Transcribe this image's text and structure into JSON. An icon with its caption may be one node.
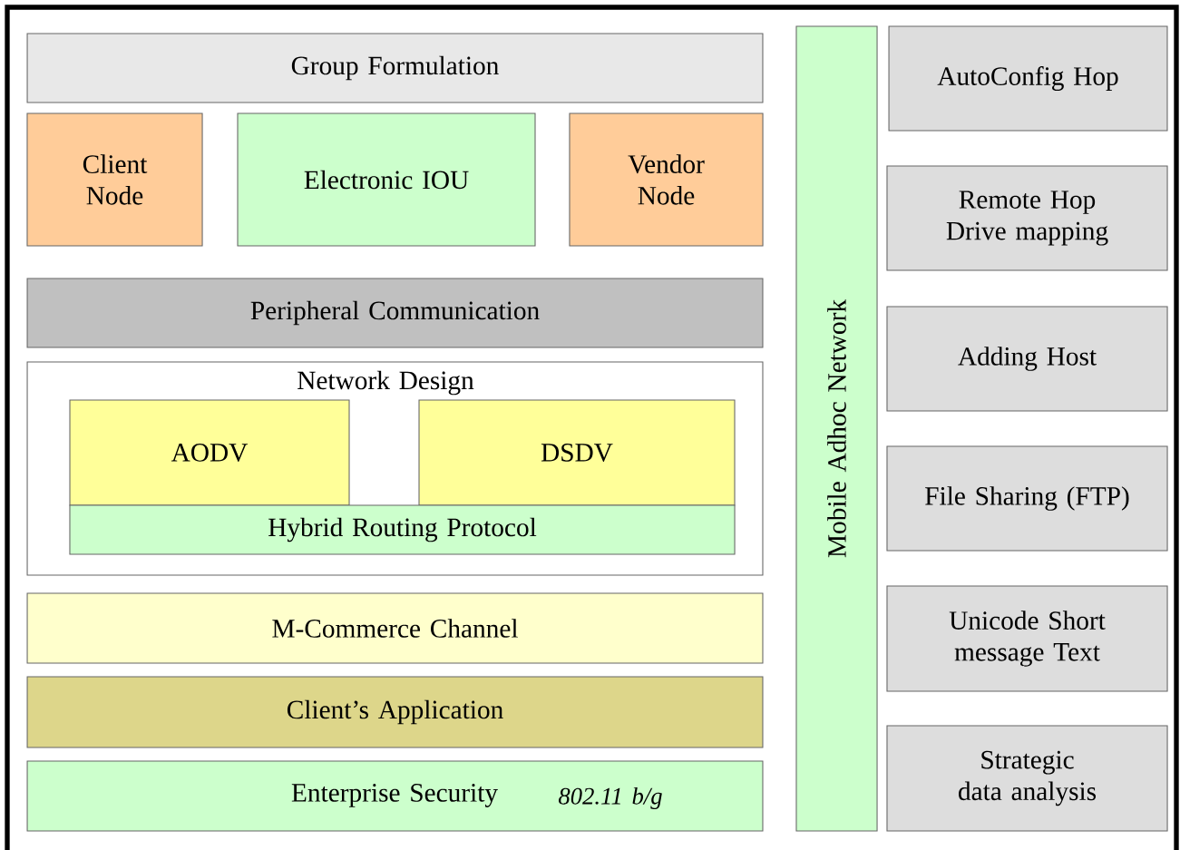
{
  "diagram": {
    "nodes": [
      {
        "text": [
          "Group Formulation"
        ]
      },
      {
        "text": [
          "Client Node"
        ]
      },
      {
        "text": [
          "Electronic IOU"
        ]
      },
      {
        "text": [
          "Vendor Node"
        ]
      },
      {
        "text": [
          "Peripheral Communication"
        ]
      },
      {
        "text": [
          "Network Design"
        ]
      },
      {
        "text": [
          "AODV"
        ],
        "in": 5
      },
      {
        "text": [
          "DSDV"
        ],
        "in": 5
      },
      {
        "text": [
          "Hybrid Routing Protocol"
        ],
        "in": 5
      },
      {
        "text": [
          "M-Commerce Channel"
        ]
      },
      {
        "text": [
          "Client’s Application"
        ]
      },
      {
        "text": [
          "Enterprise Security",
          "802.11 b/g"
        ]
      },
      {
        "text": [
          "Mobile Adhoc Network"
        ]
      },
      {
        "text": [
          "AutoConfig Hop"
        ]
      },
      {
        "text": [
          "Remote Hop Drive mapping"
        ]
      },
      {
        "text": [
          "Adding Host"
        ]
      },
      {
        "text": [
          "File Sharing (FTP)"
        ]
      },
      {
        "text": [
          "Unicode Short message Text"
        ]
      },
      {
        "text": [
          "Strategic data analysis"
        ]
      }
    ]
  }
}
